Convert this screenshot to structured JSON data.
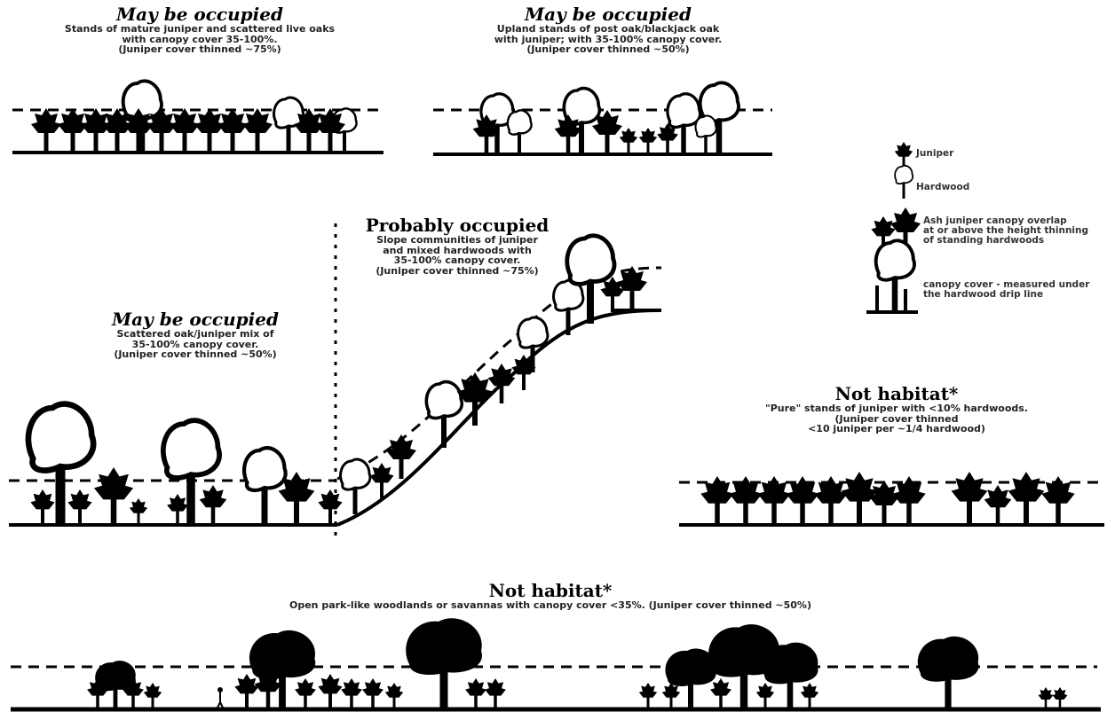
{
  "panels": {
    "top_left": {
      "title": "May be occupied",
      "lines": [
        "Stands of mature juniper and scattered live oaks",
        "with canopy cover 35-100%.",
        "(Juniper cover thinned ~75%)"
      ]
    },
    "top_middle": {
      "title": "May be occupied",
      "lines": [
        "Upland stands of post oak/blackjack oak",
        "with juniper; with 35-100% canopy cover.",
        "(Juniper cover thinned ~50%)"
      ]
    },
    "middle_left": {
      "title": "May be occupied",
      "lines": [
        "Scattered oak/juniper mix of",
        "35-100% canopy cover.",
        "(Juniper cover thinned ~50%)"
      ]
    },
    "slope": {
      "title": "Probably occupied",
      "lines": [
        "Slope communities of juniper",
        "and mixed hardwoods with",
        "35-100% canopy cover.",
        "(Juniper cover thinned ~75%)"
      ]
    },
    "right_mid": {
      "title": "Not habitat*",
      "lines": [
        "\"Pure\" stands of juniper with <10% hardwoods.",
        "(Juniper cover thinned",
        "<10 juniper per ~1/4 hardwood)"
      ]
    },
    "bottom": {
      "title": "Not habitat*",
      "lines": [
        "Open park-like woodlands or savannas with canopy cover <35%.  (Juniper cover thinned ~50%)"
      ]
    }
  },
  "legend": {
    "juniper": "Juniper",
    "hardwood": "Hardwood",
    "dense_canopy": [
      "Ash juniper canopy overlap",
      "at or above the height thinning",
      "of standing hardwoods"
    ],
    "hardwood_canopy": [
      "canopy cover - measured under",
      "the hardwood drip line"
    ]
  }
}
